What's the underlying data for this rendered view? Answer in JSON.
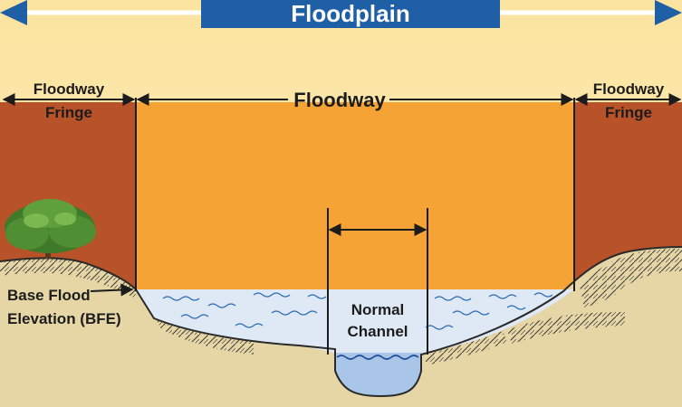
{
  "title": "Floodplain",
  "labels": {
    "floodway": "Floodway",
    "fringe_left_line1": "Floodway",
    "fringe_left_line2": "Fringe",
    "fringe_right_line1": "Floodway",
    "fringe_right_line2": "Fringe",
    "bfe_line1": "Base Flood",
    "bfe_line2": "Elevation (BFE)",
    "channel_line1": "Normal",
    "channel_line2": "Channel"
  },
  "colors": {
    "sky": "#fbe7a6",
    "banner": "#1f5fa6",
    "fringe": "#b85228",
    "floodway": "#f5a334",
    "water": "#dfe9f5",
    "channel_water": "#a9c6e8",
    "ground": "#e6d6a6",
    "arrow": "#1f5fa6"
  }
}
